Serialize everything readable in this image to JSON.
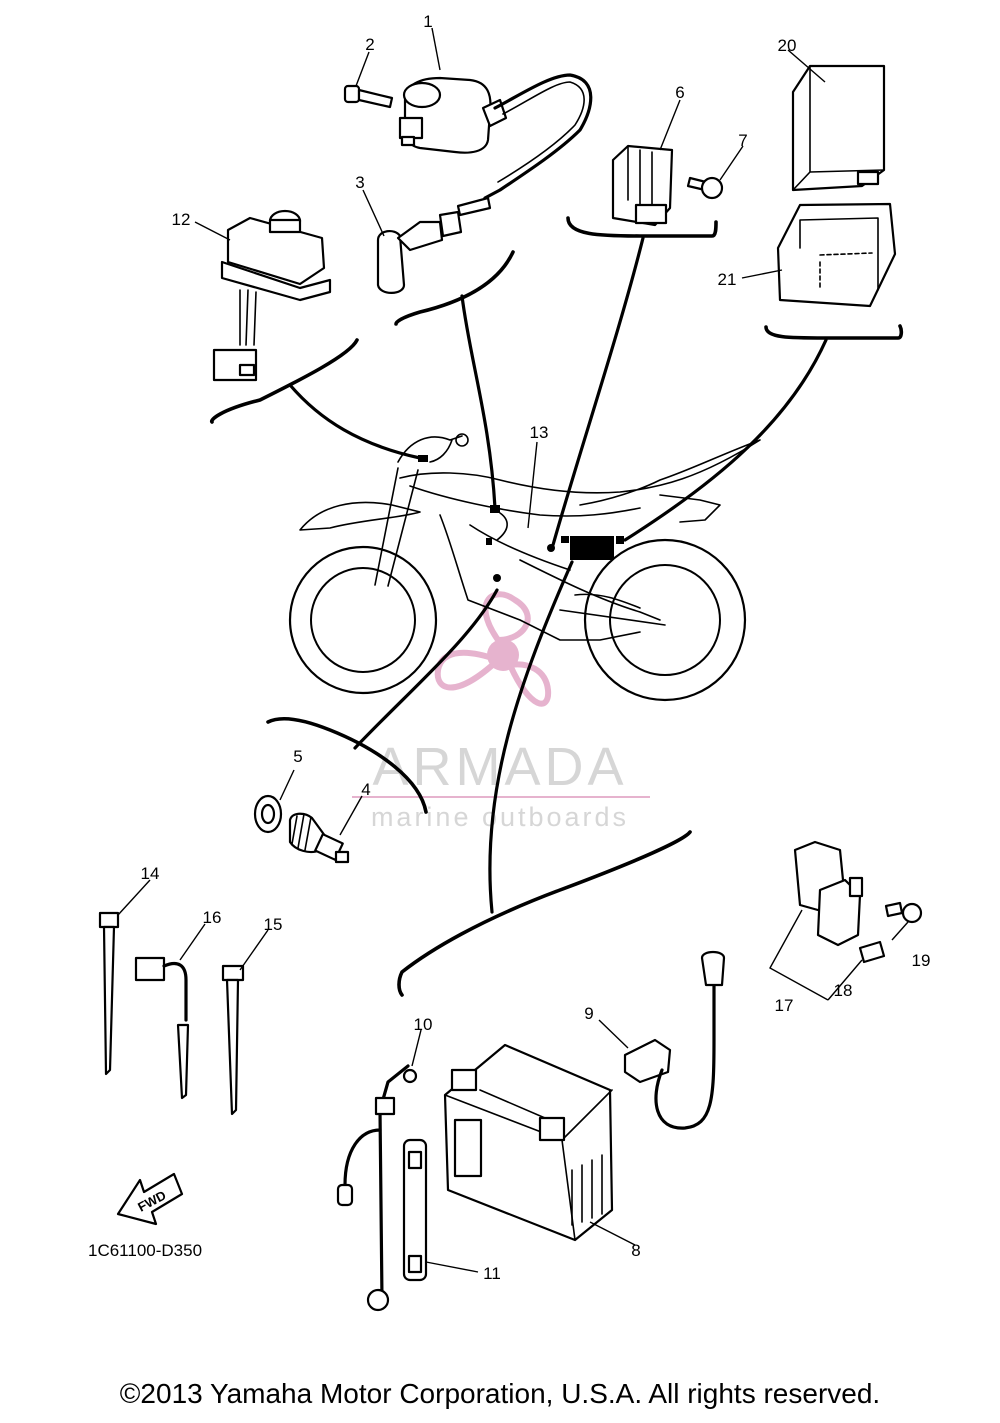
{
  "callouts": [
    {
      "id": "c1",
      "label": "1"
    },
    {
      "id": "c2",
      "label": "2"
    },
    {
      "id": "c3",
      "label": "3"
    },
    {
      "id": "c4",
      "label": "4"
    },
    {
      "id": "c5",
      "label": "5"
    },
    {
      "id": "c6",
      "label": "6"
    },
    {
      "id": "c7",
      "label": "7"
    },
    {
      "id": "c8",
      "label": "8"
    },
    {
      "id": "c9",
      "label": "9"
    },
    {
      "id": "c10",
      "label": "10"
    },
    {
      "id": "c11",
      "label": "11"
    },
    {
      "id": "c12",
      "label": "12"
    },
    {
      "id": "c13",
      "label": "13"
    },
    {
      "id": "c14",
      "label": "14"
    },
    {
      "id": "c15",
      "label": "15"
    },
    {
      "id": "c16",
      "label": "16"
    },
    {
      "id": "c17",
      "label": "17"
    },
    {
      "id": "c18",
      "label": "18"
    },
    {
      "id": "c19",
      "label": "19"
    },
    {
      "id": "c20",
      "label": "20"
    },
    {
      "id": "c21",
      "label": "21"
    }
  ],
  "fwd_label": "FWD",
  "diagram_code": "1C61100-D350",
  "watermark": {
    "name": "ARMADA",
    "tagline": "marine outboards",
    "color": "#e2a6c6"
  },
  "copyright": "©2013 Yamaha Motor Corporation, U.S.A. All rights reserved."
}
